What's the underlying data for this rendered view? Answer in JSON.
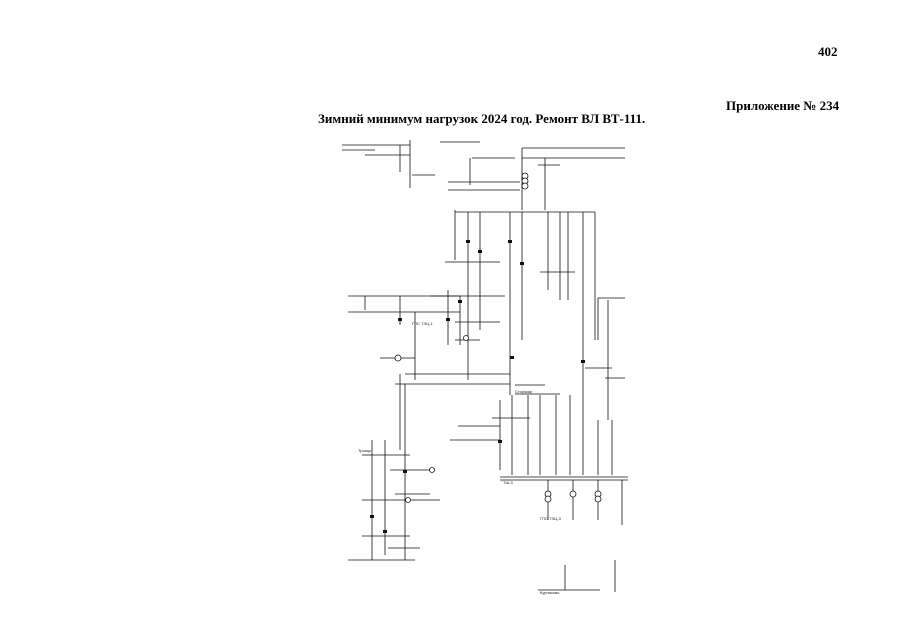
{
  "page": {
    "number": "402",
    "appendix": "Приложение № 234",
    "title": "Зимний минимум нагрузок 2024 год. Ремонт ВЛ ВТ-111."
  },
  "diagram": {
    "node_labels": {
      "tp_left": "ГПС ТЭЦ-1",
      "tsh_3": "ТШ-3",
      "tp_bottom": "ГПС ТЭЦ-3",
      "troitsk": "Троицк",
      "stryk": "Сторукар",
      "kurpakhovo": "Курпахово"
    }
  }
}
